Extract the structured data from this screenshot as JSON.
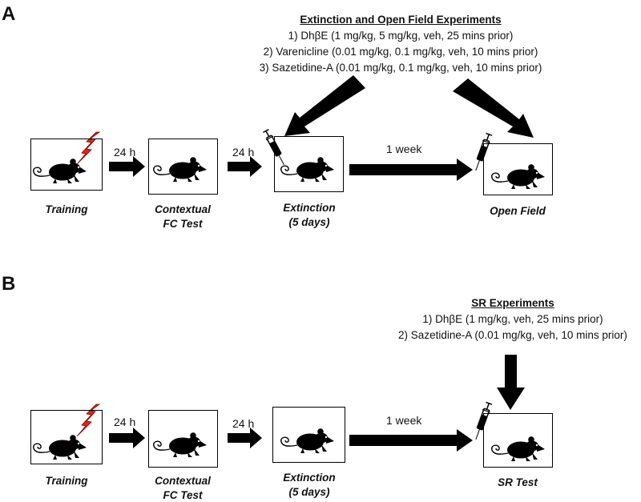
{
  "panel_a": {
    "label": "A",
    "experiments": {
      "title": "Extinction and Open Field Experiments",
      "lines": [
        "1) DhβE (1 mg/kg, 5 mg/kg, veh, 25 mins prior)",
        "2) Varenicline (0.01 mg/kg, 0.1 mg/kg, veh, 10 mins prior)",
        "3) Sazetidine-A (0.01 mg/kg, 0.1 mg/kg, veh, 10 mins prior)"
      ]
    },
    "stages": [
      {
        "caption_1": "Training",
        "caption_2": "",
        "icon": "lightning-icon"
      },
      {
        "caption_1": "Contextual",
        "caption_2": "FC Test",
        "icon": ""
      },
      {
        "caption_1": "Extinction",
        "caption_2": "(5 days)",
        "icon": "syringe-icon"
      },
      {
        "caption_1": "Open Field",
        "caption_2": "",
        "icon": "syringe-icon"
      }
    ],
    "intervals": [
      "24 h",
      "24 h",
      "1 week"
    ]
  },
  "panel_b": {
    "label": "B",
    "experiments": {
      "title": "SR Experiments",
      "lines": [
        "1) DhβE (1 mg/kg, veh, 25 mins prior)",
        "2) Sazetidine-A (0.01 mg/kg, veh, 10 mins prior)"
      ]
    },
    "stages": [
      {
        "caption_1": "Training",
        "caption_2": "",
        "icon": "lightning-icon"
      },
      {
        "caption_1": "Contextual",
        "caption_2": "FC Test",
        "icon": ""
      },
      {
        "caption_1": "Extinction",
        "caption_2": "(5 days)",
        "icon": ""
      },
      {
        "caption_1": "SR Test",
        "caption_2": "",
        "icon": "syringe-icon"
      }
    ],
    "intervals": [
      "24 h",
      "24 h",
      "1 week"
    ]
  },
  "colors": {
    "lightning": "#e8201a",
    "ink": "#000000"
  }
}
